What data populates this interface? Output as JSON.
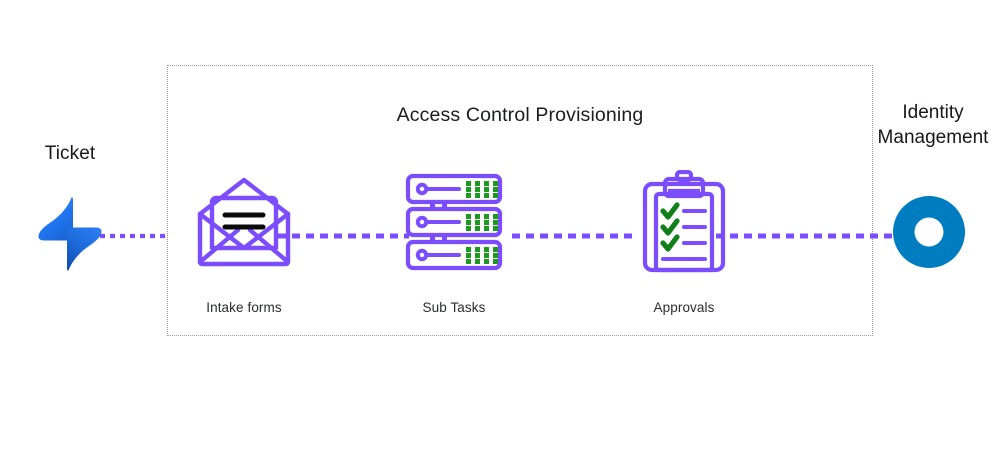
{
  "diagram": {
    "title": "Access Control Provisioning",
    "source": {
      "label": "Ticket",
      "icon": "jira-logo-icon",
      "colors": {
        "light": "#2684ff",
        "dark": "#0052cc"
      }
    },
    "destination": {
      "label_line1": "Identity",
      "label_line2": "Management",
      "icon": "okta-ring-logo-icon",
      "color": "#007dc1"
    },
    "steps": [
      {
        "label": "Intake forms",
        "icon": "open-envelope-icon"
      },
      {
        "label": "Sub Tasks",
        "icon": "server-rack-icon"
      },
      {
        "label": "Approvals",
        "icon": "clipboard-checklist-icon"
      }
    ],
    "colors": {
      "accent_purple": "#7c4dff",
      "check_green": "#11a116",
      "dot_green": "#1a9b1f",
      "text_dark": "#17181a",
      "border_dotted": "#9a9aa8"
    },
    "connectors": [
      {
        "name": "source-to-group",
        "style": "dashed"
      },
      {
        "name": "intake-to-subtask",
        "style": "dashed"
      },
      {
        "name": "subtask-to-approval",
        "style": "dashed"
      },
      {
        "name": "group-to-destination",
        "style": "dashed"
      }
    ]
  }
}
